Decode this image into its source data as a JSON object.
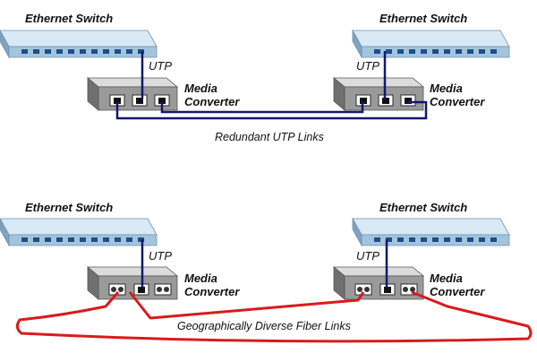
{
  "labels": {
    "switch": "Ethernet Switch",
    "utp": "UTP",
    "media_line1": "Media",
    "media_line2": "Converter",
    "utp_links": "Redundant UTP Links",
    "fiber_links": "Geographically Diverse Fiber Links"
  },
  "colors": {
    "switch_top": "#d9e9f5",
    "switch_front": "#a4c4dd",
    "switch_side": "#7fa4c2",
    "port": "#1b4f86",
    "converter_top": "#dcdcdc",
    "converter_front": "#9a9a9a",
    "converter_side": "#6f6f6f",
    "utp_cable": "#13176e",
    "fiber_cable": "#d81b1b"
  }
}
